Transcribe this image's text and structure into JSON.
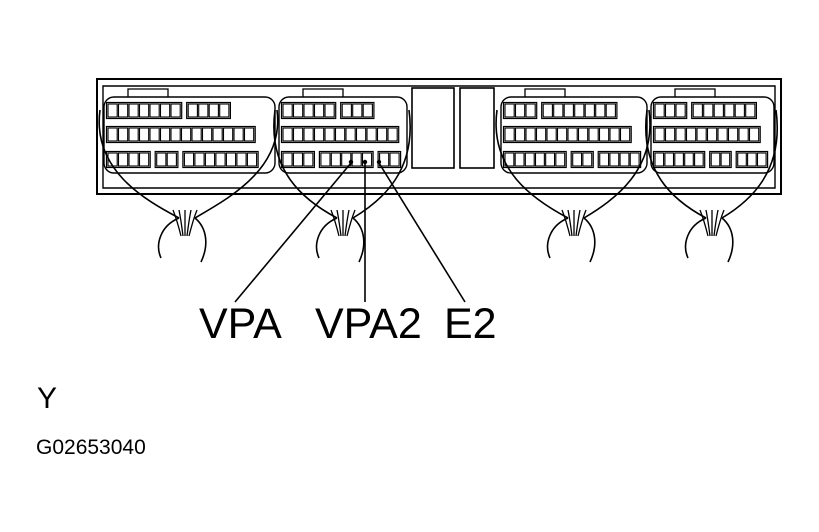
{
  "callouts": {
    "vpa": "VPA",
    "vpa2": "VPA2",
    "e2": "E2"
  },
  "view_label": "Y",
  "figure_id": "G02653040",
  "colors": {
    "line": "#000000",
    "background": "#ffffff"
  }
}
